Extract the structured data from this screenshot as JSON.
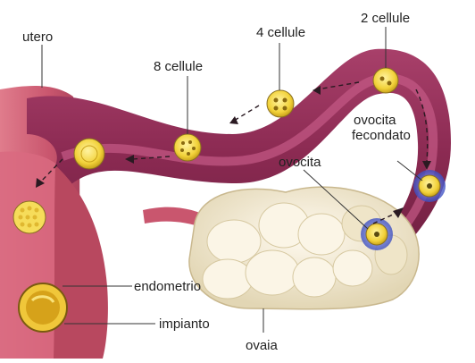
{
  "diagram": {
    "labels": {
      "utero": "utero",
      "cellule_8": "8 cellule",
      "cellule_4": "4 cellule",
      "cellule_2": "2 cellule",
      "ovocita_fecondato_1": "ovocita",
      "ovocita_fecondato_2": "fecondato",
      "ovocita": "ovocita",
      "endometrio": "endometrio",
      "impianto": "impianto",
      "ovaia": "ovaia"
    },
    "colors": {
      "tube": "#8b2a52",
      "tube_light": "#b34f78",
      "uterus": "#c9566e",
      "ovary": "#f3ecd9",
      "cell": "#f2d23a",
      "ovum_glow": "#4b5fd0"
    }
  }
}
